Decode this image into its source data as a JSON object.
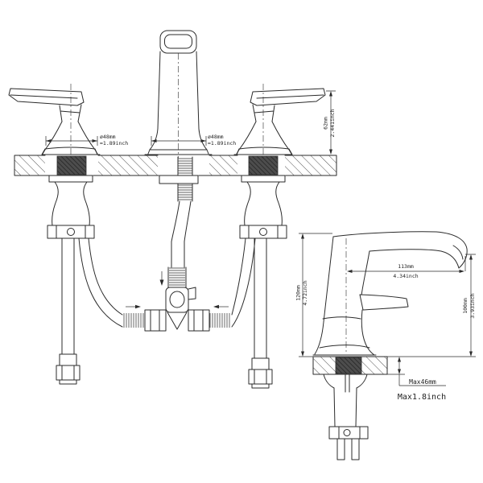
{
  "front_view": {
    "handle_diameter": {
      "metric": "ø48mm",
      "imperial": "≈1.89inch"
    },
    "spout_diameter": {
      "metric": "ø48mm",
      "imperial": "≈1.89inch"
    },
    "handle_height": {
      "metric": "62mm",
      "imperial": "2.441inch"
    }
  },
  "side_view": {
    "overall_height": {
      "metric": "120mm",
      "imperial": "4.72inch"
    },
    "spout_reach": {
      "metric": "113mm",
      "imperial": "4.34inch"
    },
    "spout_height": {
      "metric": "100mm",
      "imperial": "3.93inch"
    },
    "max_deck_thickness": {
      "metric": "Max46mm",
      "imperial": "Max1.8inch"
    }
  },
  "colors": {
    "line": "#2b2b2b",
    "background": "#ffffff",
    "hole_fill": "#4d4d4d"
  }
}
